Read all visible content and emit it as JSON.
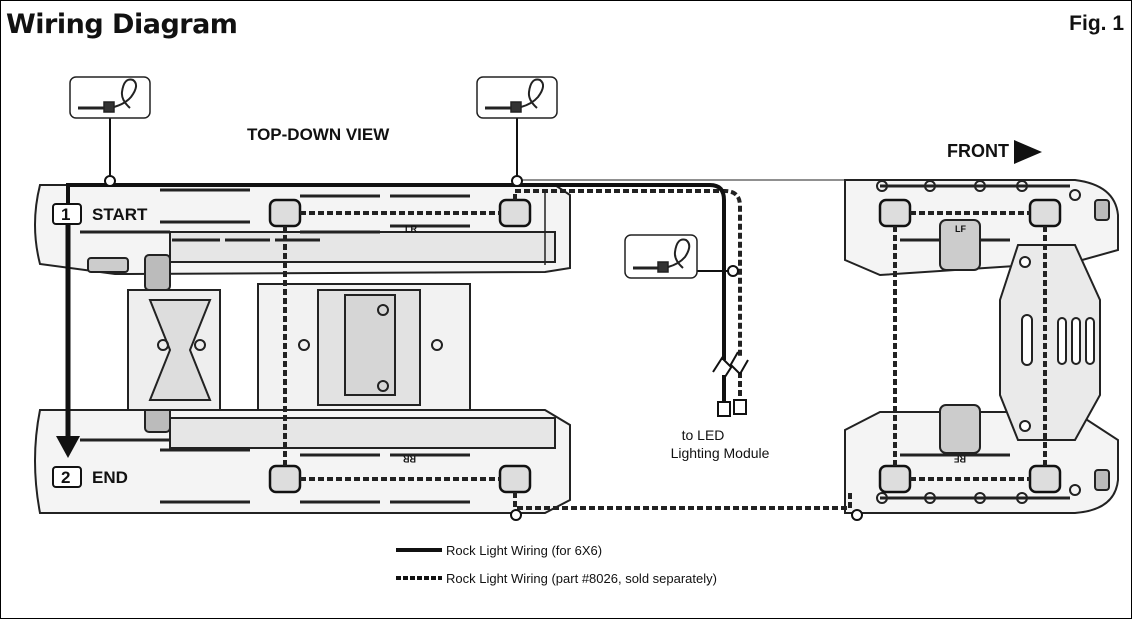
{
  "header": {
    "title": "Wiring Diagram",
    "figure_label": "Fig. 1"
  },
  "diagram": {
    "view_label": "TOP-DOWN VIEW",
    "front_label": "FRONT",
    "start_number": "1",
    "start_label": "START",
    "end_number": "2",
    "end_label": "END",
    "module_label_line1": "to LED",
    "module_label_line2": "Lighting Module",
    "pod_labels": [
      "LR",
      "LF",
      "RR",
      "RF"
    ]
  },
  "legend": {
    "solid_label": "Rock Light Wiring (for 6X6)",
    "dashed_label": "Rock Light Wiring (part #8026, sold separately)"
  }
}
